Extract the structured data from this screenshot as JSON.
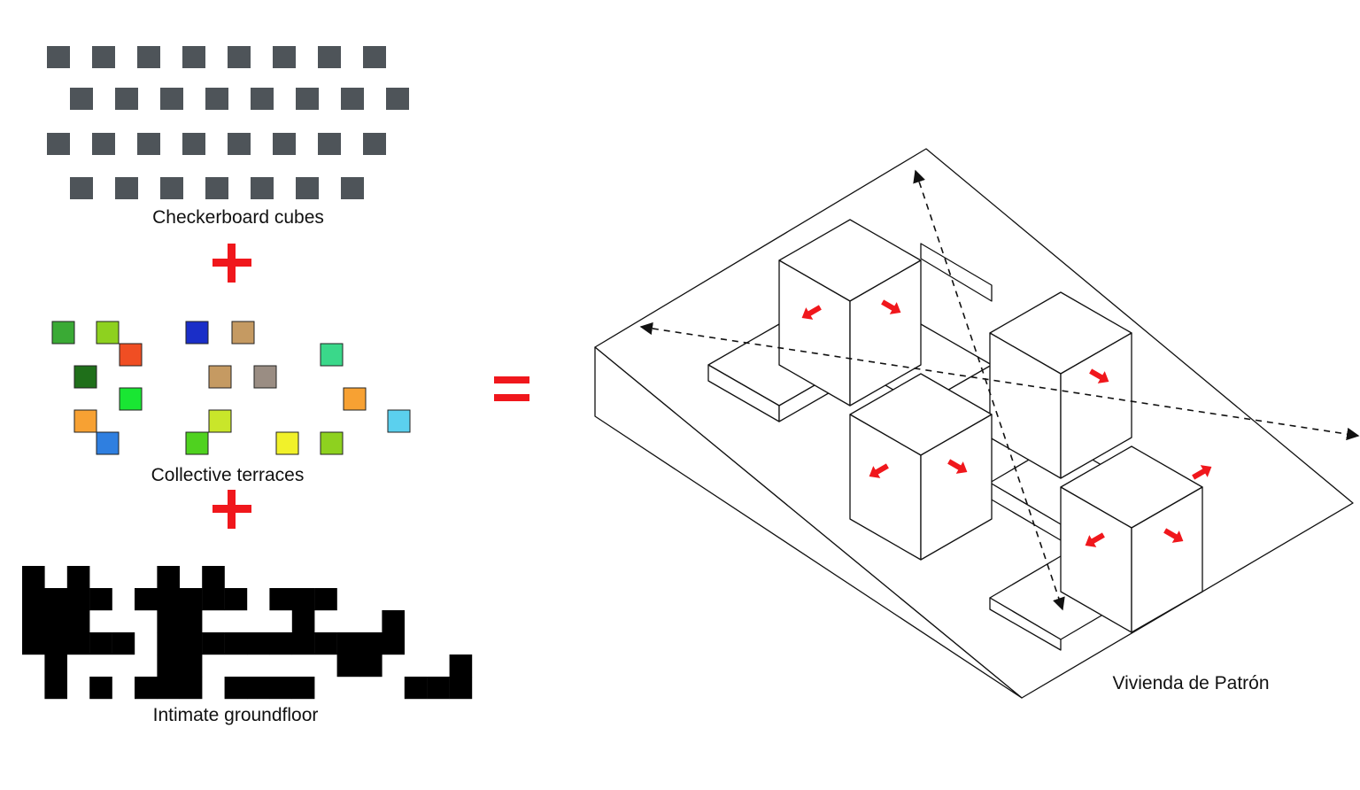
{
  "labels": {
    "checkerboard": "Checkerboard cubes",
    "terraces": "Collective terraces",
    "groundfloor": "Intimate groundfloor",
    "axonometric": "Vivienda de Patrón"
  },
  "operators": [
    {
      "symbol": "plus",
      "name": "plus-operator-1"
    },
    {
      "symbol": "plus",
      "name": "plus-operator-2"
    },
    {
      "symbol": "equals",
      "name": "equals-operator"
    }
  ],
  "colors": {
    "cube_gray": "#4e5459",
    "operator_red": "#f0171c",
    "arrow_red": "#f0171c",
    "ground_black": "#000000",
    "line_black": "#111111",
    "terraces": [
      "#3aaa35",
      "#8ed11f",
      "#f04e23",
      "#1f6f1a",
      "#19e633",
      "#f7a133",
      "#2f7fe0",
      "#1a2ec8",
      "#c59a62",
      "#c59a62",
      "#9a8d83",
      "#3ad88a",
      "#f7a133",
      "#5bd0ee",
      "#c9e62a",
      "#4fd21f",
      "#f1f12a",
      "#8ed11f"
    ]
  }
}
